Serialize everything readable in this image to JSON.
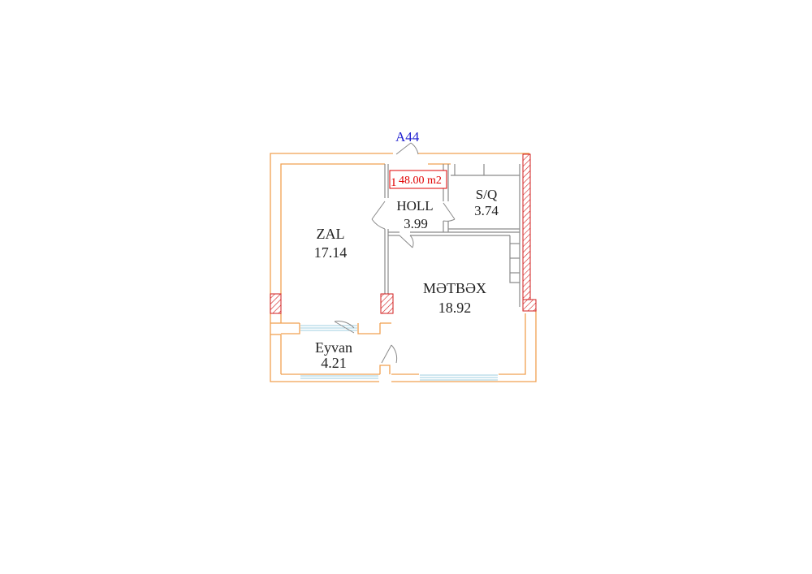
{
  "plan": {
    "unit_code": "A44",
    "apartment_number": "1",
    "total_area": "48.00 m2",
    "rooms": [
      {
        "name": "ZAL",
        "area": "17.14"
      },
      {
        "name": "HOLL",
        "area": "3.99"
      },
      {
        "name": "S/Q",
        "area": "3.74"
      },
      {
        "name": "MƏTBƏX",
        "area": "18.92"
      },
      {
        "name": "Eyvan",
        "area": "4.21"
      }
    ]
  },
  "colors": {
    "wall": "#f0a050",
    "inner_wall": "#8a8a8a",
    "unit_code": "#1f1fd0",
    "area_text": "#e00000",
    "hatch": "#d21c1c",
    "window": "#9fcfe0",
    "text": "#222222"
  },
  "icons": [
    "door-swing-icon",
    "window-icon",
    "column-hatch-icon",
    "kitchen-counter-icon"
  ]
}
